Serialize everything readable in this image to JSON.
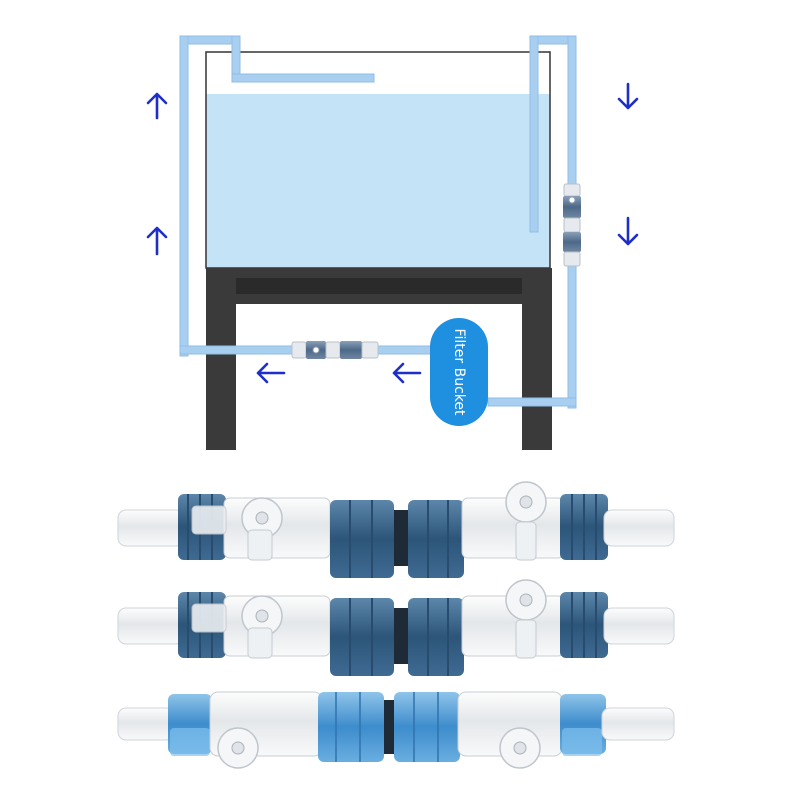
{
  "diagram": {
    "filter_label": "Filter Bucket",
    "colors": {
      "water": "#c4e3f6",
      "pipe": "#a9cff0",
      "arrow": "#1d2fc8",
      "stand": "#3a3a3a",
      "filter": "#1f8fe0",
      "valve_blue": "#355f86",
      "valve_clear": "#eef0f2"
    },
    "arrows": [
      {
        "id": "left-upper",
        "direction": "up"
      },
      {
        "id": "left-lower",
        "direction": "up"
      },
      {
        "id": "right-upper",
        "direction": "down"
      },
      {
        "id": "right-lower",
        "direction": "down"
      },
      {
        "id": "bottom-left",
        "direction": "left"
      },
      {
        "id": "bottom-right",
        "direction": "left"
      }
    ]
  },
  "product": {
    "valve_assemblies": [
      {
        "id": "valve-assembly-1",
        "variant": "dark-blue"
      },
      {
        "id": "valve-assembly-2",
        "variant": "dark-blue"
      },
      {
        "id": "valve-assembly-3",
        "variant": "light-blue"
      }
    ]
  }
}
